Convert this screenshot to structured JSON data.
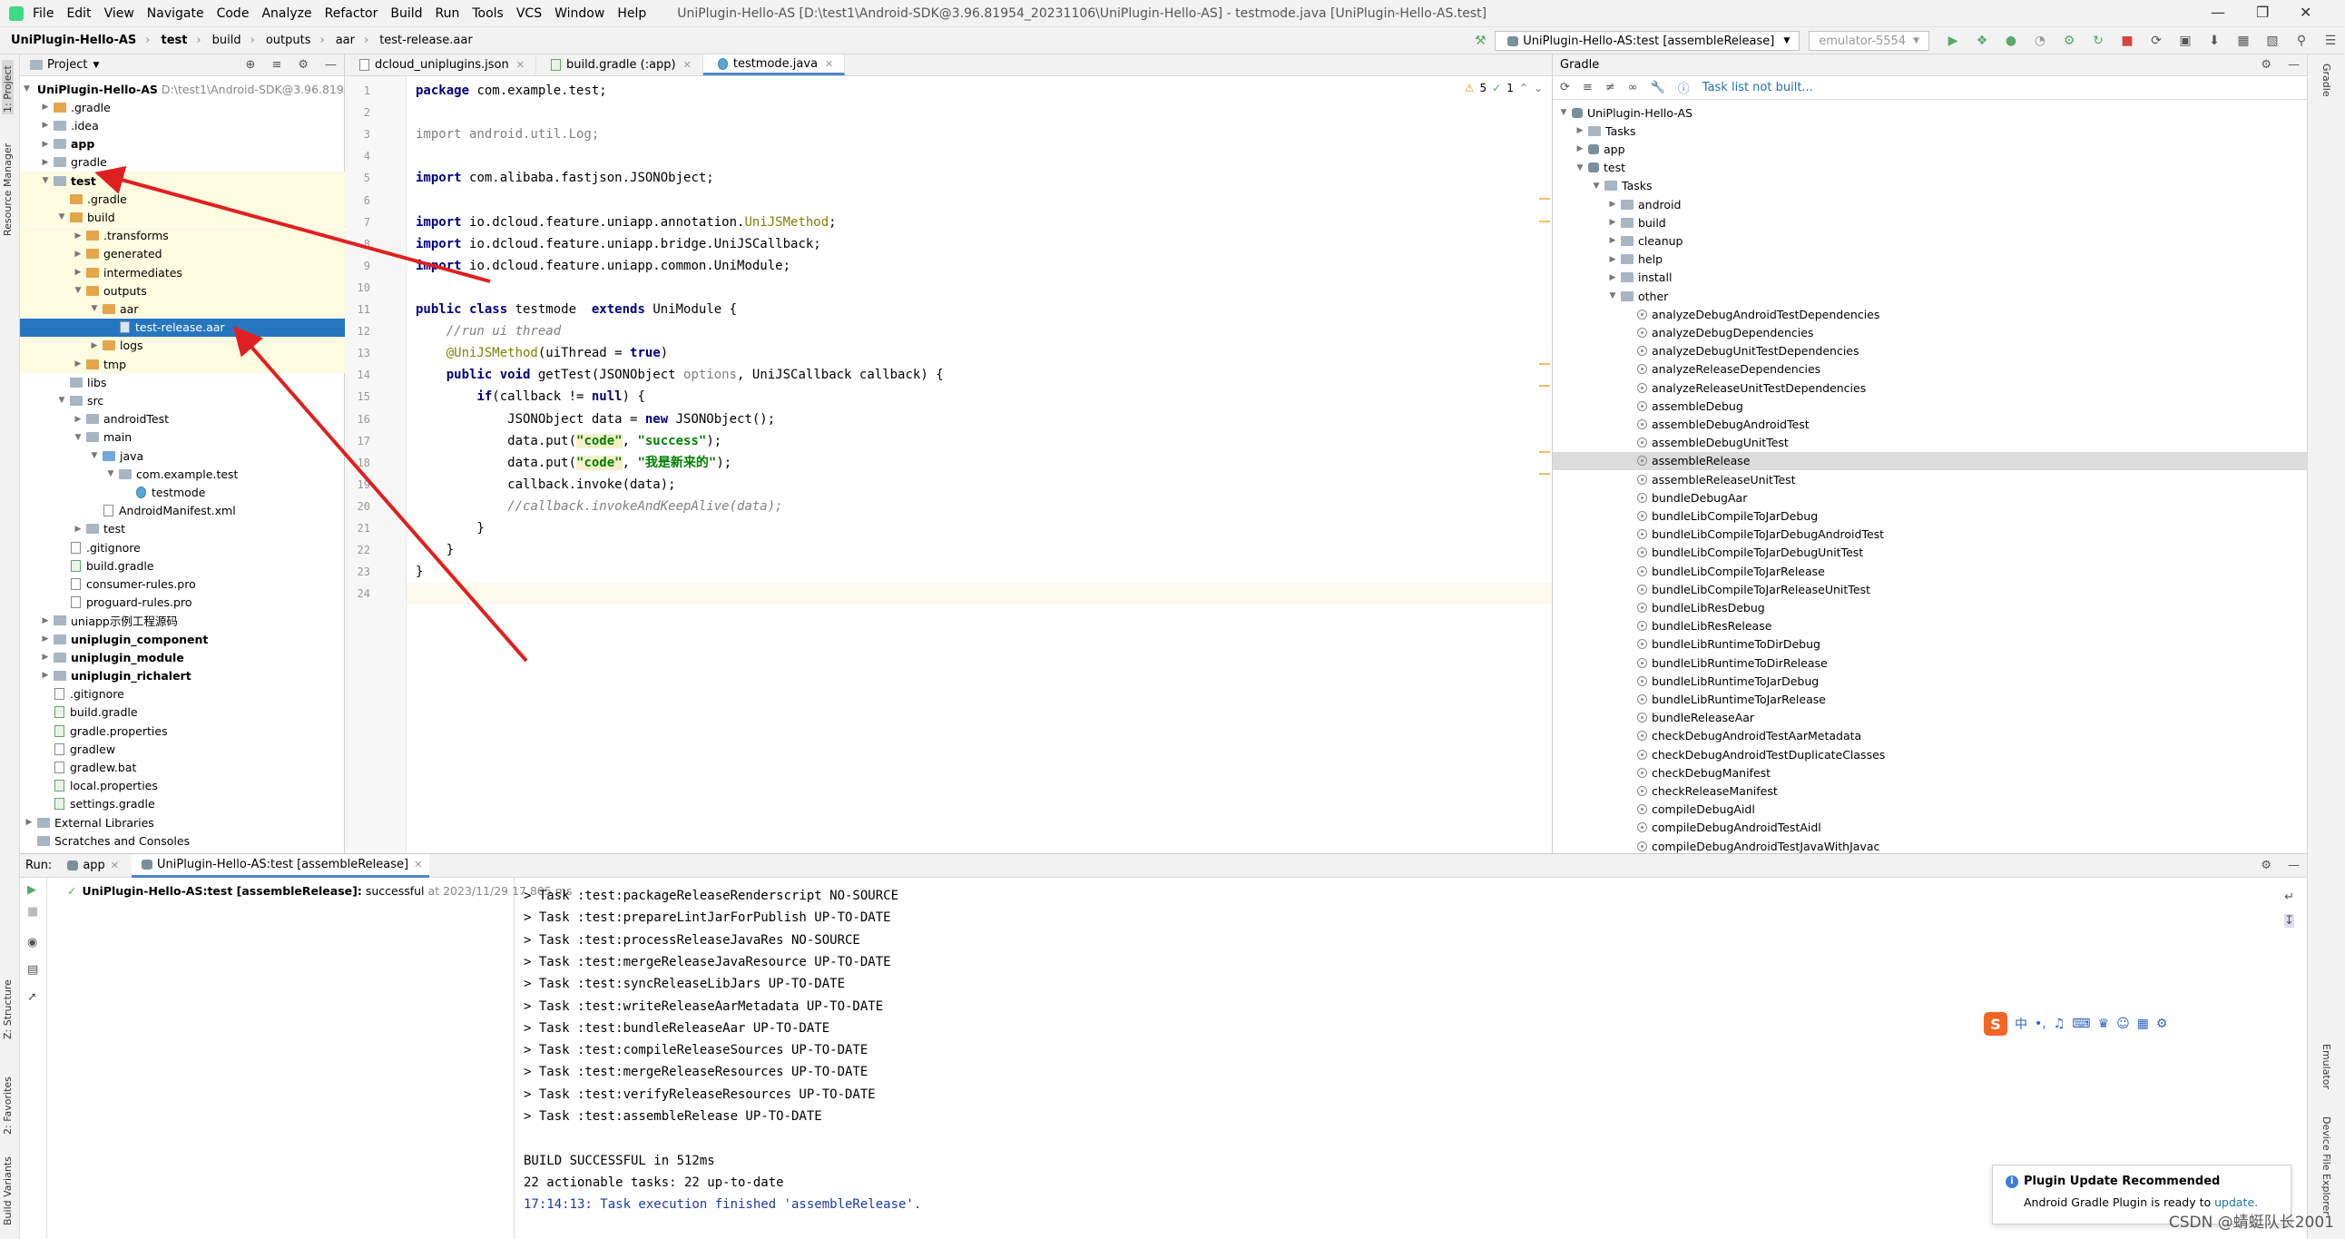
{
  "menubar": {
    "items": [
      "File",
      "Edit",
      "View",
      "Navigate",
      "Code",
      "Analyze",
      "Refactor",
      "Build",
      "Run",
      "Tools",
      "VCS",
      "Window",
      "Help"
    ],
    "window_title": "UniPlugin-Hello-AS [D:\\test1\\Android-SDK@3.96.81954_20231106\\UniPlugin-Hello-AS] - testmode.java [UniPlugin-Hello-AS.test]"
  },
  "navbar": {
    "breadcrumbs": [
      "UniPlugin-Hello-AS",
      "test",
      "build",
      "outputs",
      "aar",
      "test-release.aar"
    ],
    "run_config": "UniPlugin-Hello-AS:test [assembleRelease]",
    "device": "emulator-5554"
  },
  "left_strip": {
    "tabs": [
      "1: Project",
      "Resource Manager",
      "Z: Structure",
      "2: Favorites",
      "Build Variants"
    ]
  },
  "project_panel": {
    "title": "Project",
    "tree": [
      {
        "label": "UniPlugin-Hello-AS",
        "hint": "D:\\test1\\Android-SDK@3.96.8195",
        "depth": 0,
        "arrow": "down",
        "icon": "folder",
        "bold": true
      },
      {
        "label": ".gradle",
        "depth": 1,
        "arrow": "right",
        "icon": "folder-orange"
      },
      {
        "label": ".idea",
        "depth": 1,
        "arrow": "right",
        "icon": "folder"
      },
      {
        "label": "app",
        "depth": 1,
        "arrow": "right",
        "icon": "folder",
        "bold": true
      },
      {
        "label": "gradle",
        "depth": 1,
        "arrow": "right",
        "icon": "folder"
      },
      {
        "label": "test",
        "depth": 1,
        "arrow": "down",
        "icon": "folder",
        "bold": true,
        "yellow": true
      },
      {
        "label": ".gradle",
        "depth": 2,
        "arrow": "",
        "icon": "folder-orange",
        "yellow": true
      },
      {
        "label": "build",
        "depth": 2,
        "arrow": "down",
        "icon": "folder-orange",
        "yellow": true
      },
      {
        "label": ".transforms",
        "depth": 3,
        "arrow": "right",
        "icon": "folder-orange",
        "yellow": true
      },
      {
        "label": "generated",
        "depth": 3,
        "arrow": "right",
        "icon": "folder-orange",
        "yellow": true
      },
      {
        "label": "intermediates",
        "depth": 3,
        "arrow": "right",
        "icon": "folder-orange",
        "yellow": true
      },
      {
        "label": "outputs",
        "depth": 3,
        "arrow": "down",
        "icon": "folder-orange",
        "yellow": true
      },
      {
        "label": "aar",
        "depth": 4,
        "arrow": "down",
        "icon": "folder-orange",
        "yellow": true
      },
      {
        "label": "test-release.aar",
        "depth": 5,
        "arrow": "",
        "icon": "file-aar",
        "selected": true
      },
      {
        "label": "logs",
        "depth": 4,
        "arrow": "right",
        "icon": "folder-orange",
        "yellow": true
      },
      {
        "label": "tmp",
        "depth": 3,
        "arrow": "right",
        "icon": "folder-orange",
        "yellow": true
      },
      {
        "label": "libs",
        "depth": 2,
        "arrow": "",
        "icon": "folder"
      },
      {
        "label": "src",
        "depth": 2,
        "arrow": "down",
        "icon": "folder"
      },
      {
        "label": "androidTest",
        "depth": 3,
        "arrow": "right",
        "icon": "folder"
      },
      {
        "label": "main",
        "depth": 3,
        "arrow": "down",
        "icon": "folder"
      },
      {
        "label": "java",
        "depth": 4,
        "arrow": "down",
        "icon": "folder-blue"
      },
      {
        "label": "com.example.test",
        "depth": 5,
        "arrow": "down",
        "icon": "folder"
      },
      {
        "label": "testmode",
        "depth": 6,
        "arrow": "",
        "icon": "file-java"
      },
      {
        "label": "AndroidManifest.xml",
        "depth": 4,
        "arrow": "",
        "icon": "file"
      },
      {
        "label": "test",
        "depth": 3,
        "arrow": "right",
        "icon": "folder"
      },
      {
        "label": ".gitignore",
        "depth": 2,
        "arrow": "",
        "icon": "file"
      },
      {
        "label": "build.gradle",
        "depth": 2,
        "arrow": "",
        "icon": "file-gradle"
      },
      {
        "label": "consumer-rules.pro",
        "depth": 2,
        "arrow": "",
        "icon": "file"
      },
      {
        "label": "proguard-rules.pro",
        "depth": 2,
        "arrow": "",
        "icon": "file"
      },
      {
        "label": "uniapp示例工程源码",
        "depth": 1,
        "arrow": "right",
        "icon": "folder"
      },
      {
        "label": "uniplugin_component",
        "depth": 1,
        "arrow": "right",
        "icon": "folder",
        "bold": true
      },
      {
        "label": "uniplugin_module",
        "depth": 1,
        "arrow": "right",
        "icon": "folder",
        "bold": true
      },
      {
        "label": "uniplugin_richalert",
        "depth": 1,
        "arrow": "right",
        "icon": "folder",
        "bold": true
      },
      {
        "label": ".gitignore",
        "depth": 1,
        "arrow": "",
        "icon": "file"
      },
      {
        "label": "build.gradle",
        "depth": 1,
        "arrow": "",
        "icon": "file-gradle"
      },
      {
        "label": "gradle.properties",
        "depth": 1,
        "arrow": "",
        "icon": "file-gradle"
      },
      {
        "label": "gradlew",
        "depth": 1,
        "arrow": "",
        "icon": "file"
      },
      {
        "label": "gradlew.bat",
        "depth": 1,
        "arrow": "",
        "icon": "file"
      },
      {
        "label": "local.properties",
        "depth": 1,
        "arrow": "",
        "icon": "file-gradle"
      },
      {
        "label": "settings.gradle",
        "depth": 1,
        "arrow": "",
        "icon": "file-gradle"
      },
      {
        "label": "External Libraries",
        "depth": 0,
        "arrow": "right",
        "icon": "folder"
      },
      {
        "label": "Scratches and Consoles",
        "depth": 0,
        "arrow": "",
        "icon": "folder"
      }
    ]
  },
  "editor": {
    "tabs": [
      {
        "label": "dcloud_uniplugins.json",
        "active": false
      },
      {
        "label": "build.gradle (:app)",
        "active": false
      },
      {
        "label": "testmode.java",
        "active": true
      }
    ],
    "warnings": "5",
    "checks": "1",
    "line_numbers": [
      "1",
      "2",
      "3",
      "4",
      "5",
      "6",
      "7",
      "8",
      "9",
      "10",
      "11",
      "12",
      "13",
      "14",
      "15",
      "16",
      "17",
      "18",
      "19",
      "20",
      "21",
      "22",
      "23",
      "24"
    ],
    "code_lines": [
      [
        {
          "t": "package ",
          "c": "kw"
        },
        {
          "t": "com.example.test;"
        }
      ],
      [],
      [
        {
          "t": "import android.util.Log;",
          "c": "grey"
        }
      ],
      [],
      [
        {
          "t": "import ",
          "c": "kw"
        },
        {
          "t": "com.alibaba.fastjson.JSONObject;"
        }
      ],
      [],
      [
        {
          "t": "import ",
          "c": "kw"
        },
        {
          "t": "io.dcloud.feature.uniapp.annotation."
        },
        {
          "t": "UniJSMethod",
          "c": "ann"
        },
        {
          "t": ";"
        }
      ],
      [
        {
          "t": "import ",
          "c": "kw"
        },
        {
          "t": "io.dcloud.feature.uniapp.bridge.UniJSCallback;"
        }
      ],
      [
        {
          "t": "import ",
          "c": "kw"
        },
        {
          "t": "io.dcloud.feature.uniapp.common.UniModule;"
        }
      ],
      [],
      [
        {
          "t": "public class ",
          "c": "kw"
        },
        {
          "t": "testmode  "
        },
        {
          "t": "extends ",
          "c": "kw"
        },
        {
          "t": "UniModule {"
        }
      ],
      [
        {
          "t": "    "
        },
        {
          "t": "//run ui thread",
          "c": "cmt"
        }
      ],
      [
        {
          "t": "    "
        },
        {
          "t": "@UniJSMethod",
          "c": "ann"
        },
        {
          "t": "(uiThread = "
        },
        {
          "t": "true",
          "c": "kw"
        },
        {
          "t": ")"
        }
      ],
      [
        {
          "t": "    "
        },
        {
          "t": "public void ",
          "c": "kw"
        },
        {
          "t": "getTest(JSONObject "
        },
        {
          "t": "options",
          "c": "grey"
        },
        {
          "t": ", UniJSCallback callback) {"
        }
      ],
      [
        {
          "t": "        "
        },
        {
          "t": "if",
          "c": "kw"
        },
        {
          "t": "(callback != "
        },
        {
          "t": "null",
          "c": "kw"
        },
        {
          "t": ") {"
        }
      ],
      [
        {
          "t": "            JSONObject data = "
        },
        {
          "t": "new ",
          "c": "kw"
        },
        {
          "t": "JSONObject();"
        }
      ],
      [
        {
          "t": "            data.put("
        },
        {
          "t": "\"code\"",
          "c": "strh"
        },
        {
          "t": ", "
        },
        {
          "t": "\"success\"",
          "c": "str"
        },
        {
          "t": ");"
        }
      ],
      [
        {
          "t": "            data.put("
        },
        {
          "t": "\"code\"",
          "c": "strh"
        },
        {
          "t": ", "
        },
        {
          "t": "\"我是新来的\"",
          "c": "str"
        },
        {
          "t": ");"
        }
      ],
      [
        {
          "t": "            callback.invoke(data);"
        }
      ],
      [
        {
          "t": "            "
        },
        {
          "t": "//callback.invokeAndKeepAlive(data);",
          "c": "cmt"
        }
      ],
      [
        {
          "t": "        }"
        }
      ],
      [
        {
          "t": "    }"
        }
      ],
      [
        {
          "t": "}"
        }
      ],
      []
    ]
  },
  "gradle_panel": {
    "title": "Gradle",
    "task_list_status": "Task list not built...",
    "tree": [
      {
        "label": "UniPlugin-Hello-AS",
        "depth": 0,
        "arrow": "down",
        "icon": "elephant"
      },
      {
        "label": "Tasks",
        "depth": 1,
        "arrow": "right",
        "icon": "folder"
      },
      {
        "label": "app",
        "depth": 1,
        "arrow": "right",
        "icon": "elephant"
      },
      {
        "label": "test",
        "depth": 1,
        "arrow": "down",
        "icon": "elephant"
      },
      {
        "label": "Tasks",
        "depth": 2,
        "arrow": "down",
        "icon": "folder"
      },
      {
        "label": "android",
        "depth": 3,
        "arrow": "right",
        "icon": "folder"
      },
      {
        "label": "build",
        "depth": 3,
        "arrow": "right",
        "icon": "folder"
      },
      {
        "label": "cleanup",
        "depth": 3,
        "arrow": "right",
        "icon": "folder"
      },
      {
        "label": "help",
        "depth": 3,
        "arrow": "right",
        "icon": "folder"
      },
      {
        "label": "install",
        "depth": 3,
        "arrow": "right",
        "icon": "folder"
      },
      {
        "label": "other",
        "depth": 3,
        "arrow": "down",
        "icon": "folder"
      },
      {
        "label": "analyzeDebugAndroidTestDependencies",
        "depth": 4,
        "icon": "task"
      },
      {
        "label": "analyzeDebugDependencies",
        "depth": 4,
        "icon": "task"
      },
      {
        "label": "analyzeDebugUnitTestDependencies",
        "depth": 4,
        "icon": "task"
      },
      {
        "label": "analyzeReleaseDependencies",
        "depth": 4,
        "icon": "task"
      },
      {
        "label": "analyzeReleaseUnitTestDependencies",
        "depth": 4,
        "icon": "task"
      },
      {
        "label": "assembleDebug",
        "depth": 4,
        "icon": "task"
      },
      {
        "label": "assembleDebugAndroidTest",
        "depth": 4,
        "icon": "task"
      },
      {
        "label": "assembleDebugUnitTest",
        "depth": 4,
        "icon": "task"
      },
      {
        "label": "assembleRelease",
        "depth": 4,
        "icon": "task",
        "selected": true
      },
      {
        "label": "assembleReleaseUnitTest",
        "depth": 4,
        "icon": "task"
      },
      {
        "label": "bundleDebugAar",
        "depth": 4,
        "icon": "task"
      },
      {
        "label": "bundleLibCompileToJarDebug",
        "depth": 4,
        "icon": "task"
      },
      {
        "label": "bundleLibCompileToJarDebugAndroidTest",
        "depth": 4,
        "icon": "task"
      },
      {
        "label": "bundleLibCompileToJarDebugUnitTest",
        "depth": 4,
        "icon": "task"
      },
      {
        "label": "bundleLibCompileToJarRelease",
        "depth": 4,
        "icon": "task"
      },
      {
        "label": "bundleLibCompileToJarReleaseUnitTest",
        "depth": 4,
        "icon": "task"
      },
      {
        "label": "bundleLibResDebug",
        "depth": 4,
        "icon": "task"
      },
      {
        "label": "bundleLibResRelease",
        "depth": 4,
        "icon": "task"
      },
      {
        "label": "bundleLibRuntimeToDirDebug",
        "depth": 4,
        "icon": "task"
      },
      {
        "label": "bundleLibRuntimeToDirRelease",
        "depth": 4,
        "icon": "task"
      },
      {
        "label": "bundleLibRuntimeToJarDebug",
        "depth": 4,
        "icon": "task"
      },
      {
        "label": "bundleLibRuntimeToJarRelease",
        "depth": 4,
        "icon": "task"
      },
      {
        "label": "bundleReleaseAar",
        "depth": 4,
        "icon": "task"
      },
      {
        "label": "checkDebugAndroidTestAarMetadata",
        "depth": 4,
        "icon": "task"
      },
      {
        "label": "checkDebugAndroidTestDuplicateClasses",
        "depth": 4,
        "icon": "task"
      },
      {
        "label": "checkDebugManifest",
        "depth": 4,
        "icon": "task"
      },
      {
        "label": "checkReleaseManifest",
        "depth": 4,
        "icon": "task"
      },
      {
        "label": "compileDebugAidl",
        "depth": 4,
        "icon": "task"
      },
      {
        "label": "compileDebugAndroidTestAidl",
        "depth": 4,
        "icon": "task"
      },
      {
        "label": "compileDebugAndroidTestJavaWithJavac",
        "depth": 4,
        "icon": "task"
      }
    ]
  },
  "right_strip": {
    "tabs": [
      "Gradle",
      "Emulator",
      "Device File Explorer"
    ]
  },
  "run_panel": {
    "label": "Run:",
    "tabs": [
      {
        "label": "app",
        "active": false
      },
      {
        "label": "UniPlugin-Hello-AS:test [assembleRelease]",
        "active": true
      }
    ],
    "tree_item": {
      "name": "UniPlugin-Hello-AS:test [assembleRelease]:",
      "status": "successful",
      "time": "at 2023/11/29 17 805 ms"
    },
    "console": [
      {
        "t": "> Task :test:packageReleaseRenderscript NO-SOURCE"
      },
      {
        "t": "> Task :test:prepareLintJarForPublish UP-TO-DATE"
      },
      {
        "t": "> Task :test:processReleaseJavaRes NO-SOURCE"
      },
      {
        "t": "> Task :test:mergeReleaseJavaResource UP-TO-DATE"
      },
      {
        "t": "> Task :test:syncReleaseLibJars UP-TO-DATE"
      },
      {
        "t": "> Task :test:writeReleaseAarMetadata UP-TO-DATE"
      },
      {
        "t": "> Task :test:bundleReleaseAar UP-TO-DATE"
      },
      {
        "t": "> Task :test:compileReleaseSources UP-TO-DATE"
      },
      {
        "t": "> Task :test:mergeReleaseResources UP-TO-DATE"
      },
      {
        "t": "> Task :test:verifyReleaseResources UP-TO-DATE"
      },
      {
        "t": "> Task :test:assembleRelease UP-TO-DATE"
      },
      {
        "t": ""
      },
      {
        "t": "BUILD SUCCESSFUL in 512ms"
      },
      {
        "t": "22 actionable tasks: 22 up-to-date"
      },
      {
        "t": "17:14:13: Task execution finished 'assembleRelease'.",
        "blue": true
      }
    ]
  },
  "ime": {
    "logo": "S",
    "lang": "中"
  },
  "notification": {
    "title": "Plugin Update Recommended",
    "body": "Android Gradle Plugin is ready to ",
    "link": "update."
  },
  "watermark": "CSDN @蜻蜓队长2001",
  "colors": {
    "selection": "#2675bf",
    "excluded_yellow": "#fdfbe0",
    "arrow_red": "#e02020",
    "keyword": "#000080",
    "string": "#008000"
  }
}
